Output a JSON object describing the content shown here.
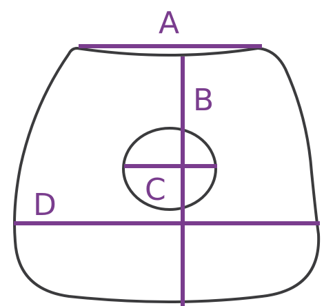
{
  "diagram": {
    "labels": {
      "a": "A",
      "b": "B",
      "c": "C",
      "d": "D"
    },
    "colors": {
      "outline": "#3b3b3d",
      "measure_lines": "#7a3d8e",
      "label_text": "#7a3d8e",
      "background": "#ffffff"
    }
  }
}
